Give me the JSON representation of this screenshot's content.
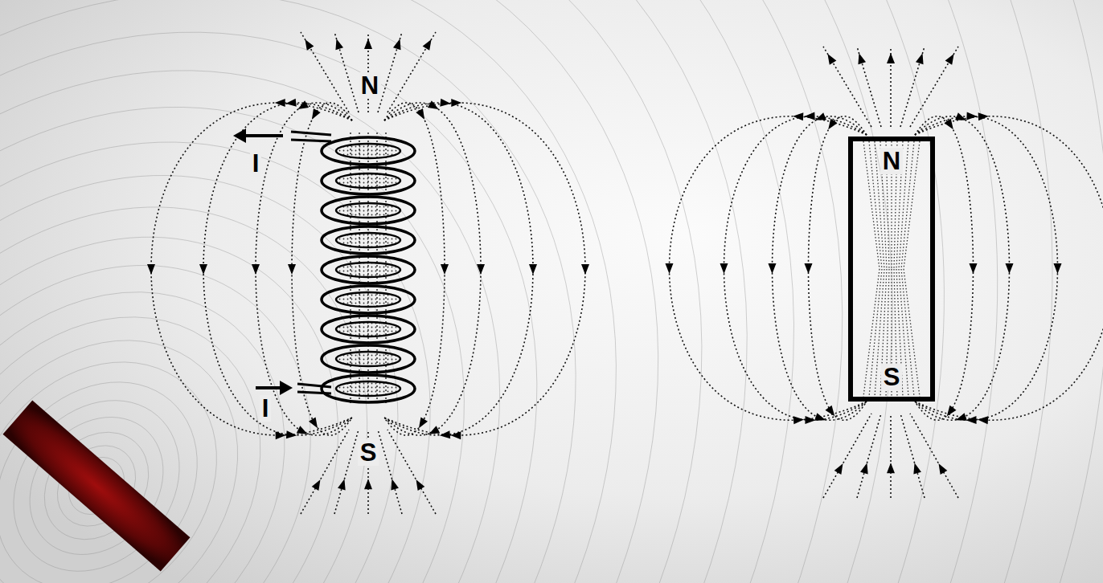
{
  "diagram": {
    "nodes": [
      {
        "text": [
          "N",
          "S"
        ]
      }
    ],
    "labels": [
      "N",
      "I",
      "I",
      "S"
    ]
  }
}
